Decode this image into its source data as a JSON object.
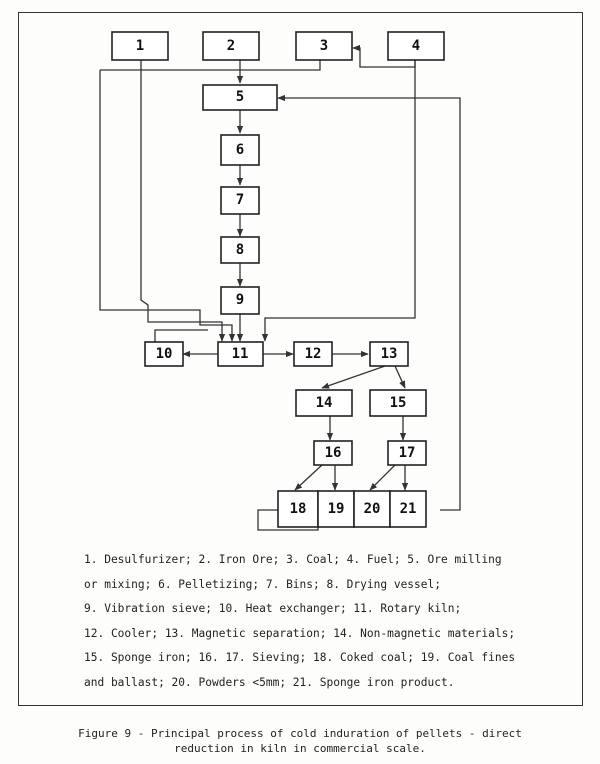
{
  "diagram": {
    "nodes": [
      {
        "id": "1",
        "label": "1"
      },
      {
        "id": "2",
        "label": "2"
      },
      {
        "id": "3",
        "label": "3"
      },
      {
        "id": "4",
        "label": "4"
      },
      {
        "id": "5",
        "label": "5"
      },
      {
        "id": "6",
        "label": "6"
      },
      {
        "id": "7",
        "label": "7"
      },
      {
        "id": "8",
        "label": "8"
      },
      {
        "id": "9",
        "label": "9"
      },
      {
        "id": "10",
        "label": "10"
      },
      {
        "id": "11",
        "label": "11"
      },
      {
        "id": "12",
        "label": "12"
      },
      {
        "id": "13",
        "label": "13"
      },
      {
        "id": "14",
        "label": "14"
      },
      {
        "id": "15",
        "label": "15"
      },
      {
        "id": "16",
        "label": "16"
      },
      {
        "id": "17",
        "label": "17"
      },
      {
        "id": "18",
        "label": "18"
      },
      {
        "id": "19",
        "label": "19"
      },
      {
        "id": "20",
        "label": "20"
      },
      {
        "id": "21",
        "label": "21"
      }
    ]
  },
  "legend": {
    "lines": [
      "1.  Desulfurizer;  2.  Iron Ore;  3.  Coal;  4.  Fuel;  5.  Ore milling",
      "or mixing;  6.  Pelletizing;  7.  Bins;  8.  Drying vessel;",
      "9.  Vibration sieve;  10.  Heat exchanger;  11.  Rotary kiln;",
      "12.  Cooler;  13.  Magnetic separation;  14.  Non-magnetic materials;",
      "15.  Sponge iron;  16. 17.  Sieving;  18.  Coked coal;  19.  Coal fines",
      "and ballast;  20.  Powders <5mm;  21.  Sponge iron product."
    ]
  },
  "caption": {
    "line1": "Figure 9 - Principal process of cold induration of pellets - direct",
    "line2": "reduction in kiln in commercial scale."
  }
}
